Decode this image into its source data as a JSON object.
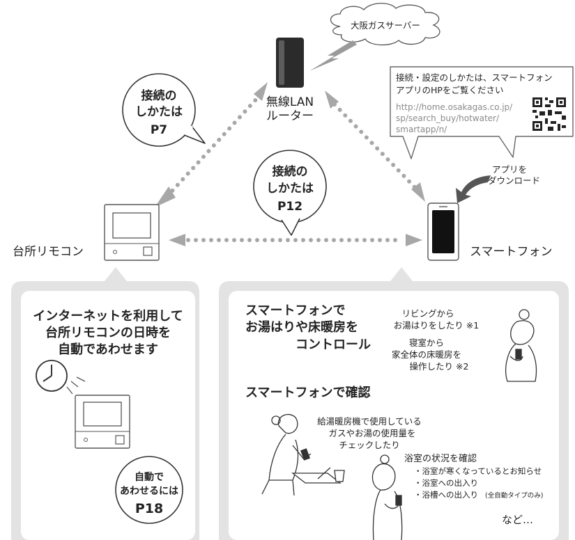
{
  "cloud": {
    "label": "大阪ガスサーバー"
  },
  "router": {
    "label_line1": "無線LAN",
    "label_line2": "ルーター"
  },
  "bubble_left": {
    "line1": "接続の",
    "line2": "しかたは",
    "line3": "P7"
  },
  "bubble_center": {
    "line1": "接続の",
    "line2": "しかたは",
    "line3": "P12"
  },
  "info_bubble": {
    "line1": "接続・設定のしかたは、スマートフォン",
    "line2": "アプリのHPをご覧ください",
    "url_line1": "http://home.osakagas.co.jp/",
    "url_line2": "sp/search_buy/hotwater/",
    "url_line3": "smartapp/n/"
  },
  "app_download": {
    "line1": "アプリを",
    "line2": "ダウンロード"
  },
  "remote": {
    "label": "台所リモコン"
  },
  "smartphone": {
    "label": "スマートフォン"
  },
  "left_panel": {
    "title_line1": "インターネットを利用して",
    "title_line2": "台所リモコンの日時を",
    "title_line3": "自動であわせます",
    "badge_line1": "自動で",
    "badge_line2": "あわせるには",
    "badge_line3": "P18"
  },
  "right_panel": {
    "control_line1": "スマートフォンで",
    "control_line2": "お湯はりや床暖房を",
    "control_line3": "コントロール",
    "living_line1": "リビングから",
    "living_line2": "お湯はりをしたり ※1",
    "bedroom_line1": "寝室から",
    "bedroom_line2": "家全体の床暖房を",
    "bedroom_line3": "操作したり ※2",
    "confirm_title": "スマートフォンで確認",
    "usage_line1": "給湯暖房機で使用している",
    "usage_line2": "ガスやお湯の使用量を",
    "usage_line3": "チェックしたり",
    "bath_title": "浴室の状況を確認",
    "bath_item1": "・浴室が寒くなっているとお知らせ",
    "bath_item2": "・浴室への出入り",
    "bath_item3": "・浴槽への出入り",
    "bath_item3_note": "(全自動タイプのみ)",
    "etc": "など…"
  }
}
